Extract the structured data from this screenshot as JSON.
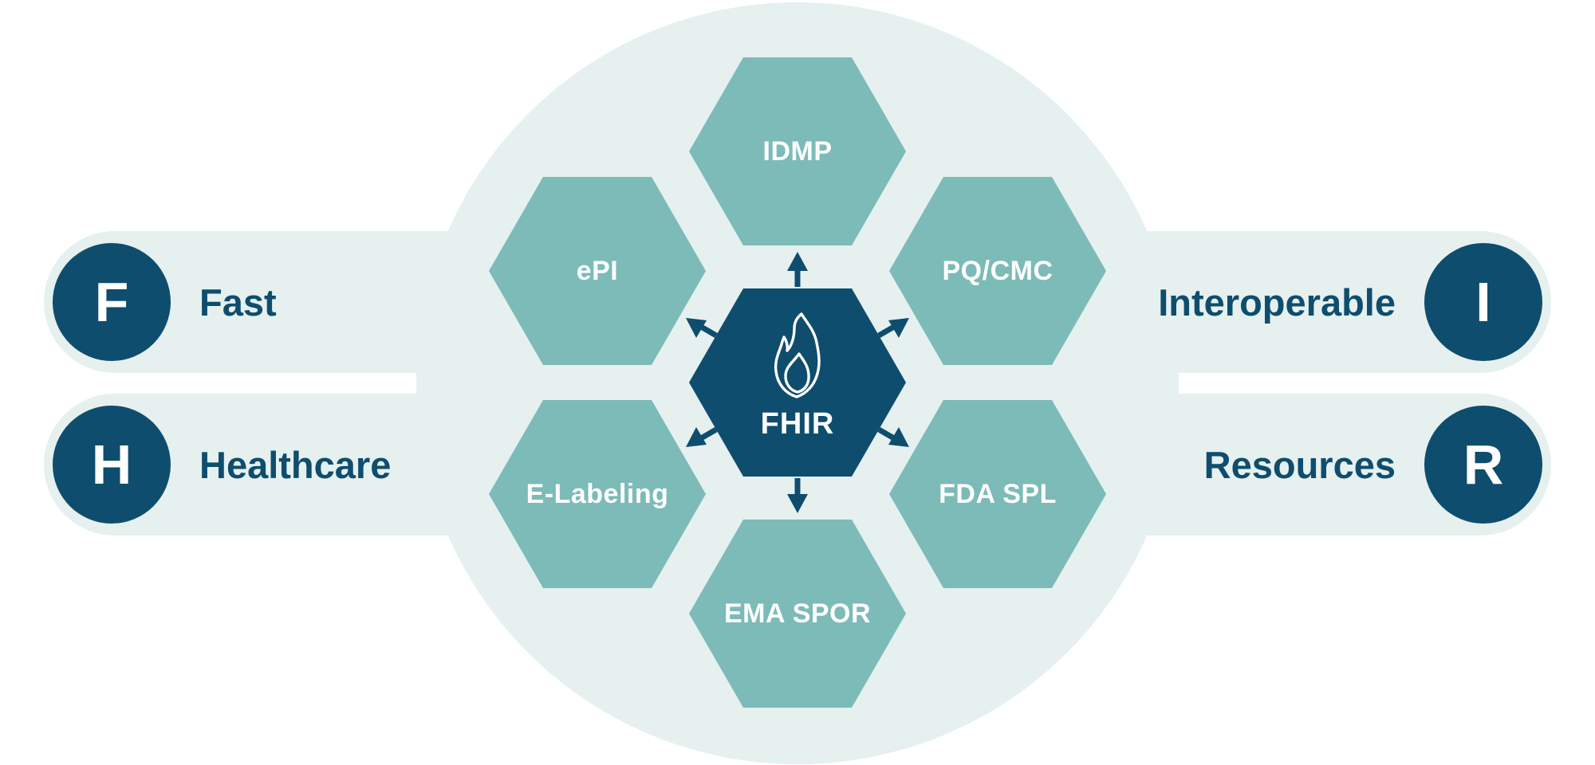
{
  "colors": {
    "navy": "#0e4d6d",
    "teal": "#7cbbb8",
    "light": "#e5f0ef",
    "white": "#ffffff"
  },
  "acronym": {
    "f": {
      "letter": "F",
      "word": "Fast"
    },
    "h": {
      "letter": "H",
      "word": "Healthcare"
    },
    "i": {
      "letter": "I",
      "word": "Interoperable"
    },
    "r": {
      "letter": "R",
      "word": "Resources"
    }
  },
  "hexagons": {
    "top": "IDMP",
    "upper_left": "ePI",
    "upper_right": "PQ/CMC",
    "center": "FHIR",
    "center_icon": "flame-icon",
    "lower_left": "E-Labeling",
    "lower_right": "FDA SPL",
    "bottom": "EMA SPOR"
  }
}
